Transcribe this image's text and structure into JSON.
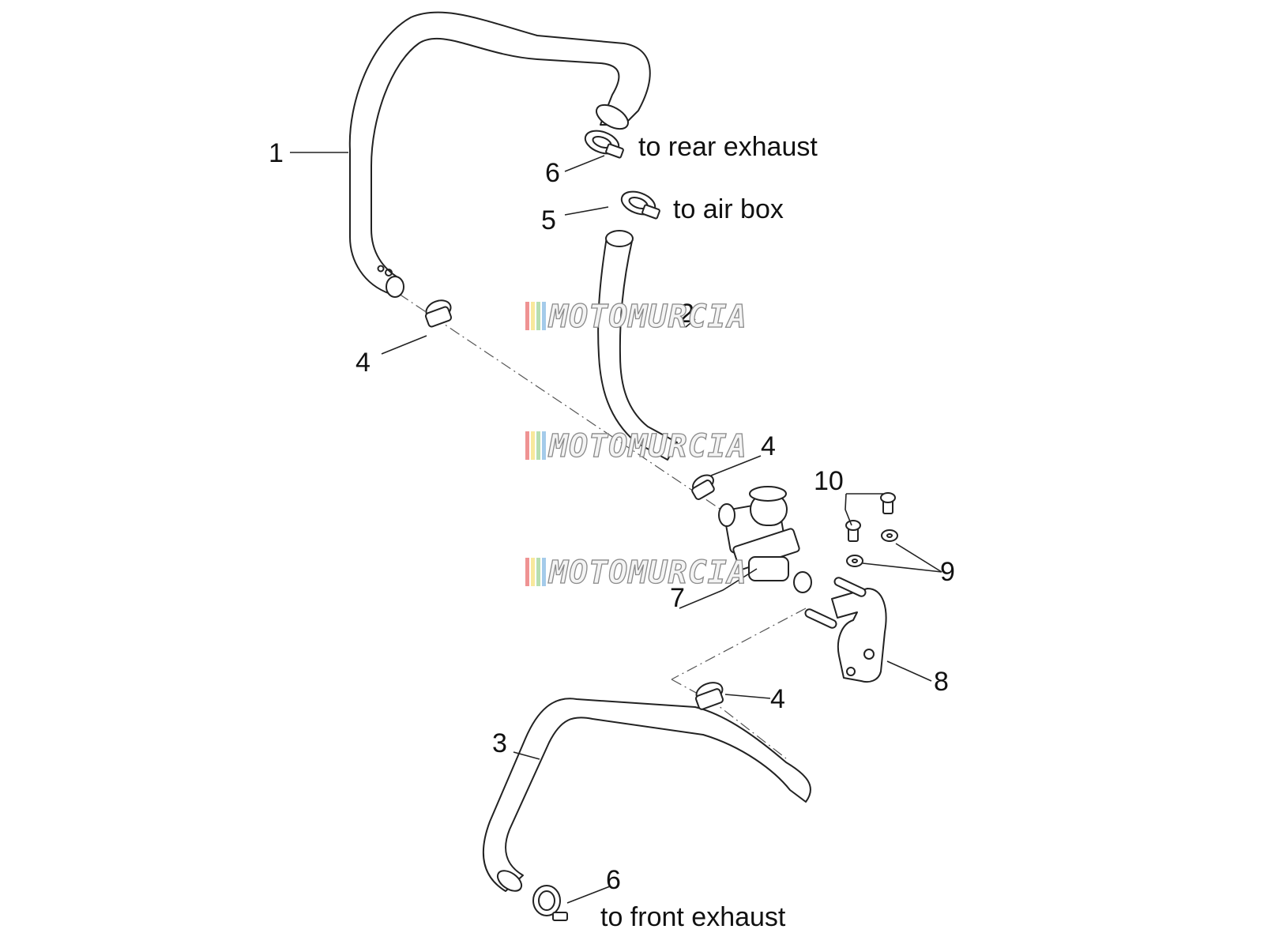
{
  "watermark": {
    "text": "MOTOMURCIA",
    "stripe_colors": [
      "#e23b3b",
      "#f2d64b",
      "#7cc36f",
      "#5aa0d8"
    ]
  },
  "callouts": [
    {
      "id": "1",
      "label": "1"
    },
    {
      "id": "2",
      "label": "2"
    },
    {
      "id": "3",
      "label": "3"
    },
    {
      "id": "4a",
      "label": "4"
    },
    {
      "id": "4b",
      "label": "4"
    },
    {
      "id": "4c",
      "label": "4"
    },
    {
      "id": "5",
      "label": "5"
    },
    {
      "id": "6a",
      "label": "6"
    },
    {
      "id": "6b",
      "label": "6"
    },
    {
      "id": "7",
      "label": "7"
    },
    {
      "id": "8",
      "label": "8"
    },
    {
      "id": "9",
      "label": "9"
    },
    {
      "id": "10",
      "label": "10"
    }
  ],
  "annotations": {
    "rear_exhaust": "to rear exhaust",
    "air_box": "to air box",
    "front_exhaust": "to front exhaust"
  }
}
